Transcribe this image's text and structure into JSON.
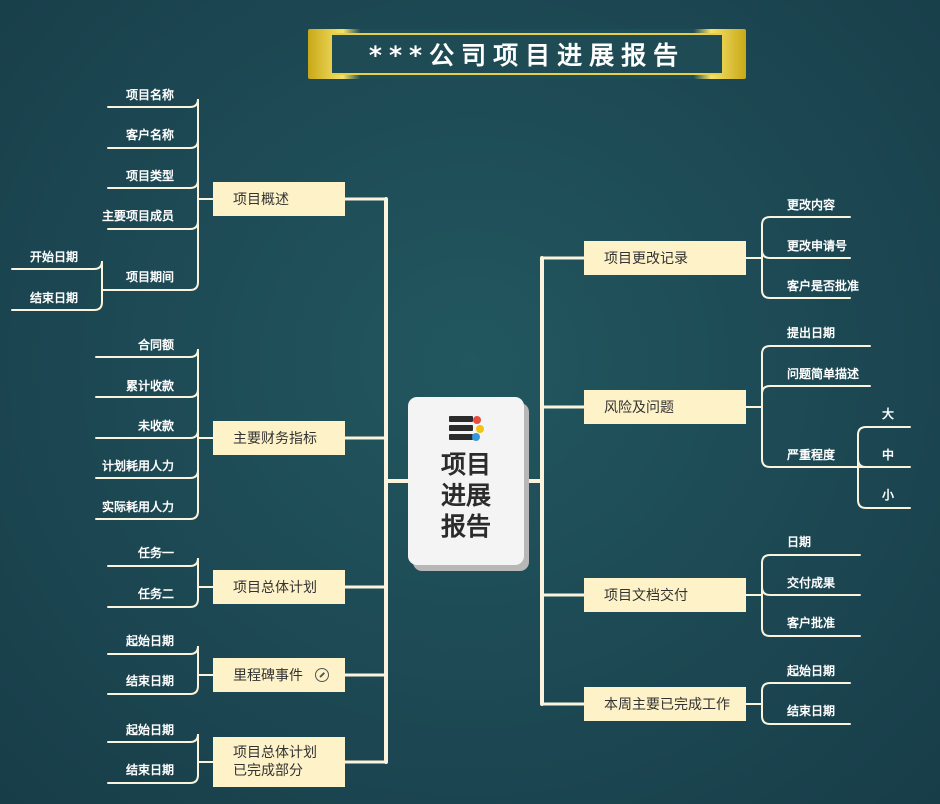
{
  "title": "***公司项目进展报告",
  "center": {
    "title": "项目进展报告",
    "icon": "server-stack-icon",
    "icon_colors": [
      "#e74c3c",
      "#f1c40f",
      "#3498db"
    ]
  },
  "colors": {
    "background": "#1d4a55",
    "branch_fill": "#fef2c8",
    "connector": "#fbf3dc",
    "title_gold": "#e9cf45"
  },
  "left_branches": [
    {
      "label": "项目概述",
      "children": [
        {
          "label": "项目名称"
        },
        {
          "label": "客户名称"
        },
        {
          "label": "项目类型"
        },
        {
          "label": "主要项目成员"
        },
        {
          "label": "项目期间",
          "children": [
            {
              "label": "开始日期"
            },
            {
              "label": "结束日期"
            }
          ]
        }
      ]
    },
    {
      "label": "主要财务指标",
      "children": [
        {
          "label": "合同额"
        },
        {
          "label": "累计收款"
        },
        {
          "label": "未收款"
        },
        {
          "label": "计划耗用人力"
        },
        {
          "label": "实际耗用人力"
        }
      ]
    },
    {
      "label": "项目总体计划",
      "children": [
        {
          "label": "任务一"
        },
        {
          "label": "任务二"
        }
      ]
    },
    {
      "label": "里程碑事件",
      "icon": "attachment-icon",
      "children": [
        {
          "label": "起始日期"
        },
        {
          "label": "结束日期"
        }
      ]
    },
    {
      "label": "项目总体计划已完成部分",
      "label_lines": [
        "项目总体计划",
        "已完成部分"
      ],
      "children": [
        {
          "label": "起始日期"
        },
        {
          "label": "结束日期"
        }
      ]
    }
  ],
  "right_branches": [
    {
      "label": "项目更改记录",
      "children": [
        {
          "label": "更改内容"
        },
        {
          "label": "更改申请号"
        },
        {
          "label": "客户是否批准"
        }
      ]
    },
    {
      "label": "风险及问题",
      "children": [
        {
          "label": "提出日期"
        },
        {
          "label": "问题简单描述"
        },
        {
          "label": "严重程度",
          "children": [
            {
              "label": "大"
            },
            {
              "label": "中"
            },
            {
              "label": "小"
            }
          ]
        }
      ]
    },
    {
      "label": "项目文档交付",
      "children": [
        {
          "label": "日期"
        },
        {
          "label": "交付成果"
        },
        {
          "label": "客户批准"
        }
      ]
    },
    {
      "label": "本周主要已完成工作",
      "children": [
        {
          "label": "起始日期"
        },
        {
          "label": "结束日期"
        }
      ]
    }
  ]
}
